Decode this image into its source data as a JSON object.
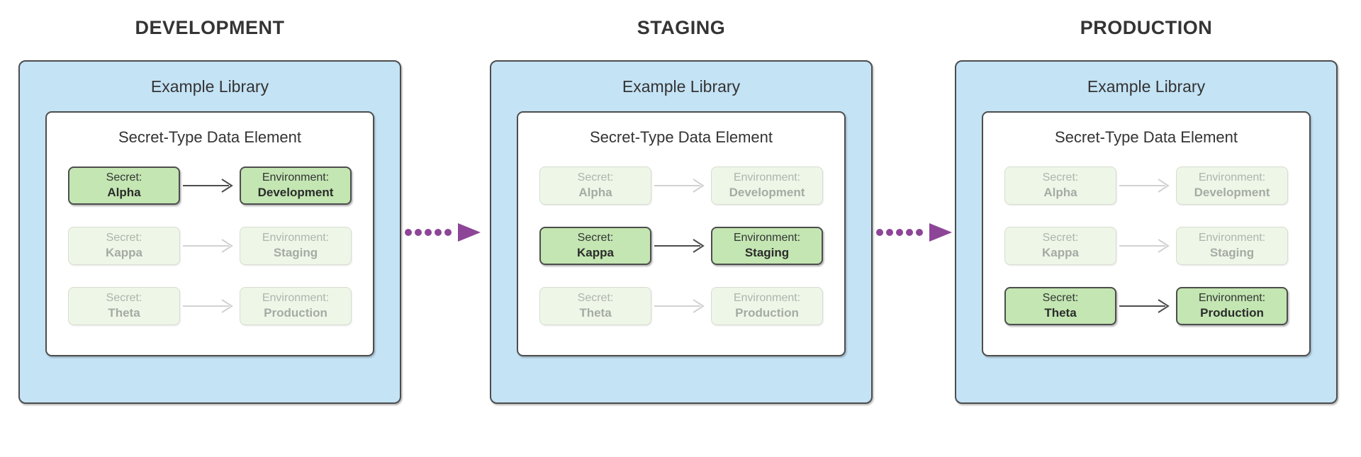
{
  "diagram": {
    "labels": {
      "library": "Example Library",
      "element": "Secret-Type Data Element"
    },
    "stages": [
      {
        "title": "DEVELOPMENT",
        "active_row": 0,
        "rows": [
          {
            "secret_label": "Secret:",
            "secret_name": "Alpha",
            "env_label": "Environment:",
            "env_name": "Development",
            "state": "active"
          },
          {
            "secret_label": "Secret:",
            "secret_name": "Kappa",
            "env_label": "Environment:",
            "env_name": "Staging",
            "state": "inactive"
          },
          {
            "secret_label": "Secret:",
            "secret_name": "Theta",
            "env_label": "Environment:",
            "env_name": "Production",
            "state": "inactive"
          }
        ]
      },
      {
        "title": "STAGING",
        "active_row": 1,
        "rows": [
          {
            "secret_label": "Secret:",
            "secret_name": "Alpha",
            "env_label": "Environment:",
            "env_name": "Development",
            "state": "inactive"
          },
          {
            "secret_label": "Secret:",
            "secret_name": "Kappa",
            "env_label": "Environment:",
            "env_name": "Staging",
            "state": "active"
          },
          {
            "secret_label": "Secret:",
            "secret_name": "Theta",
            "env_label": "Environment:",
            "env_name": "Production",
            "state": "inactive"
          }
        ]
      },
      {
        "title": "PRODUCTION",
        "active_row": 2,
        "rows": [
          {
            "secret_label": "Secret:",
            "secret_name": "Alpha",
            "env_label": "Environment:",
            "env_name": "Development",
            "state": "inactive"
          },
          {
            "secret_label": "Secret:",
            "secret_name": "Kappa",
            "env_label": "Environment:",
            "env_name": "Staging",
            "state": "inactive"
          },
          {
            "secret_label": "Secret:",
            "secret_name": "Theta",
            "env_label": "Environment:",
            "env_name": "Production",
            "state": "active"
          }
        ]
      }
    ],
    "promotion_arrows": [
      {
        "from": "DEVELOPMENT",
        "to": "STAGING"
      },
      {
        "from": "STAGING",
        "to": "PRODUCTION"
      }
    ],
    "colors": {
      "panel_fill": "#c4e3f5",
      "panel_border": "#4d4d4d",
      "inner_box_fill": "#ffffff",
      "active_node_fill": "#c3e6b2",
      "active_node_border": "#4d4d4d",
      "active_text": "#333333",
      "inactive_node_fill": "#eef6e8",
      "inactive_node_border": "#d7ddd1",
      "inactive_text": "#aeb4ad",
      "active_arrow": "#4d4d4d",
      "inactive_arrow": "#d2d2d2",
      "promotion_arrow": "#8d4697",
      "title_text": "#343434"
    }
  }
}
